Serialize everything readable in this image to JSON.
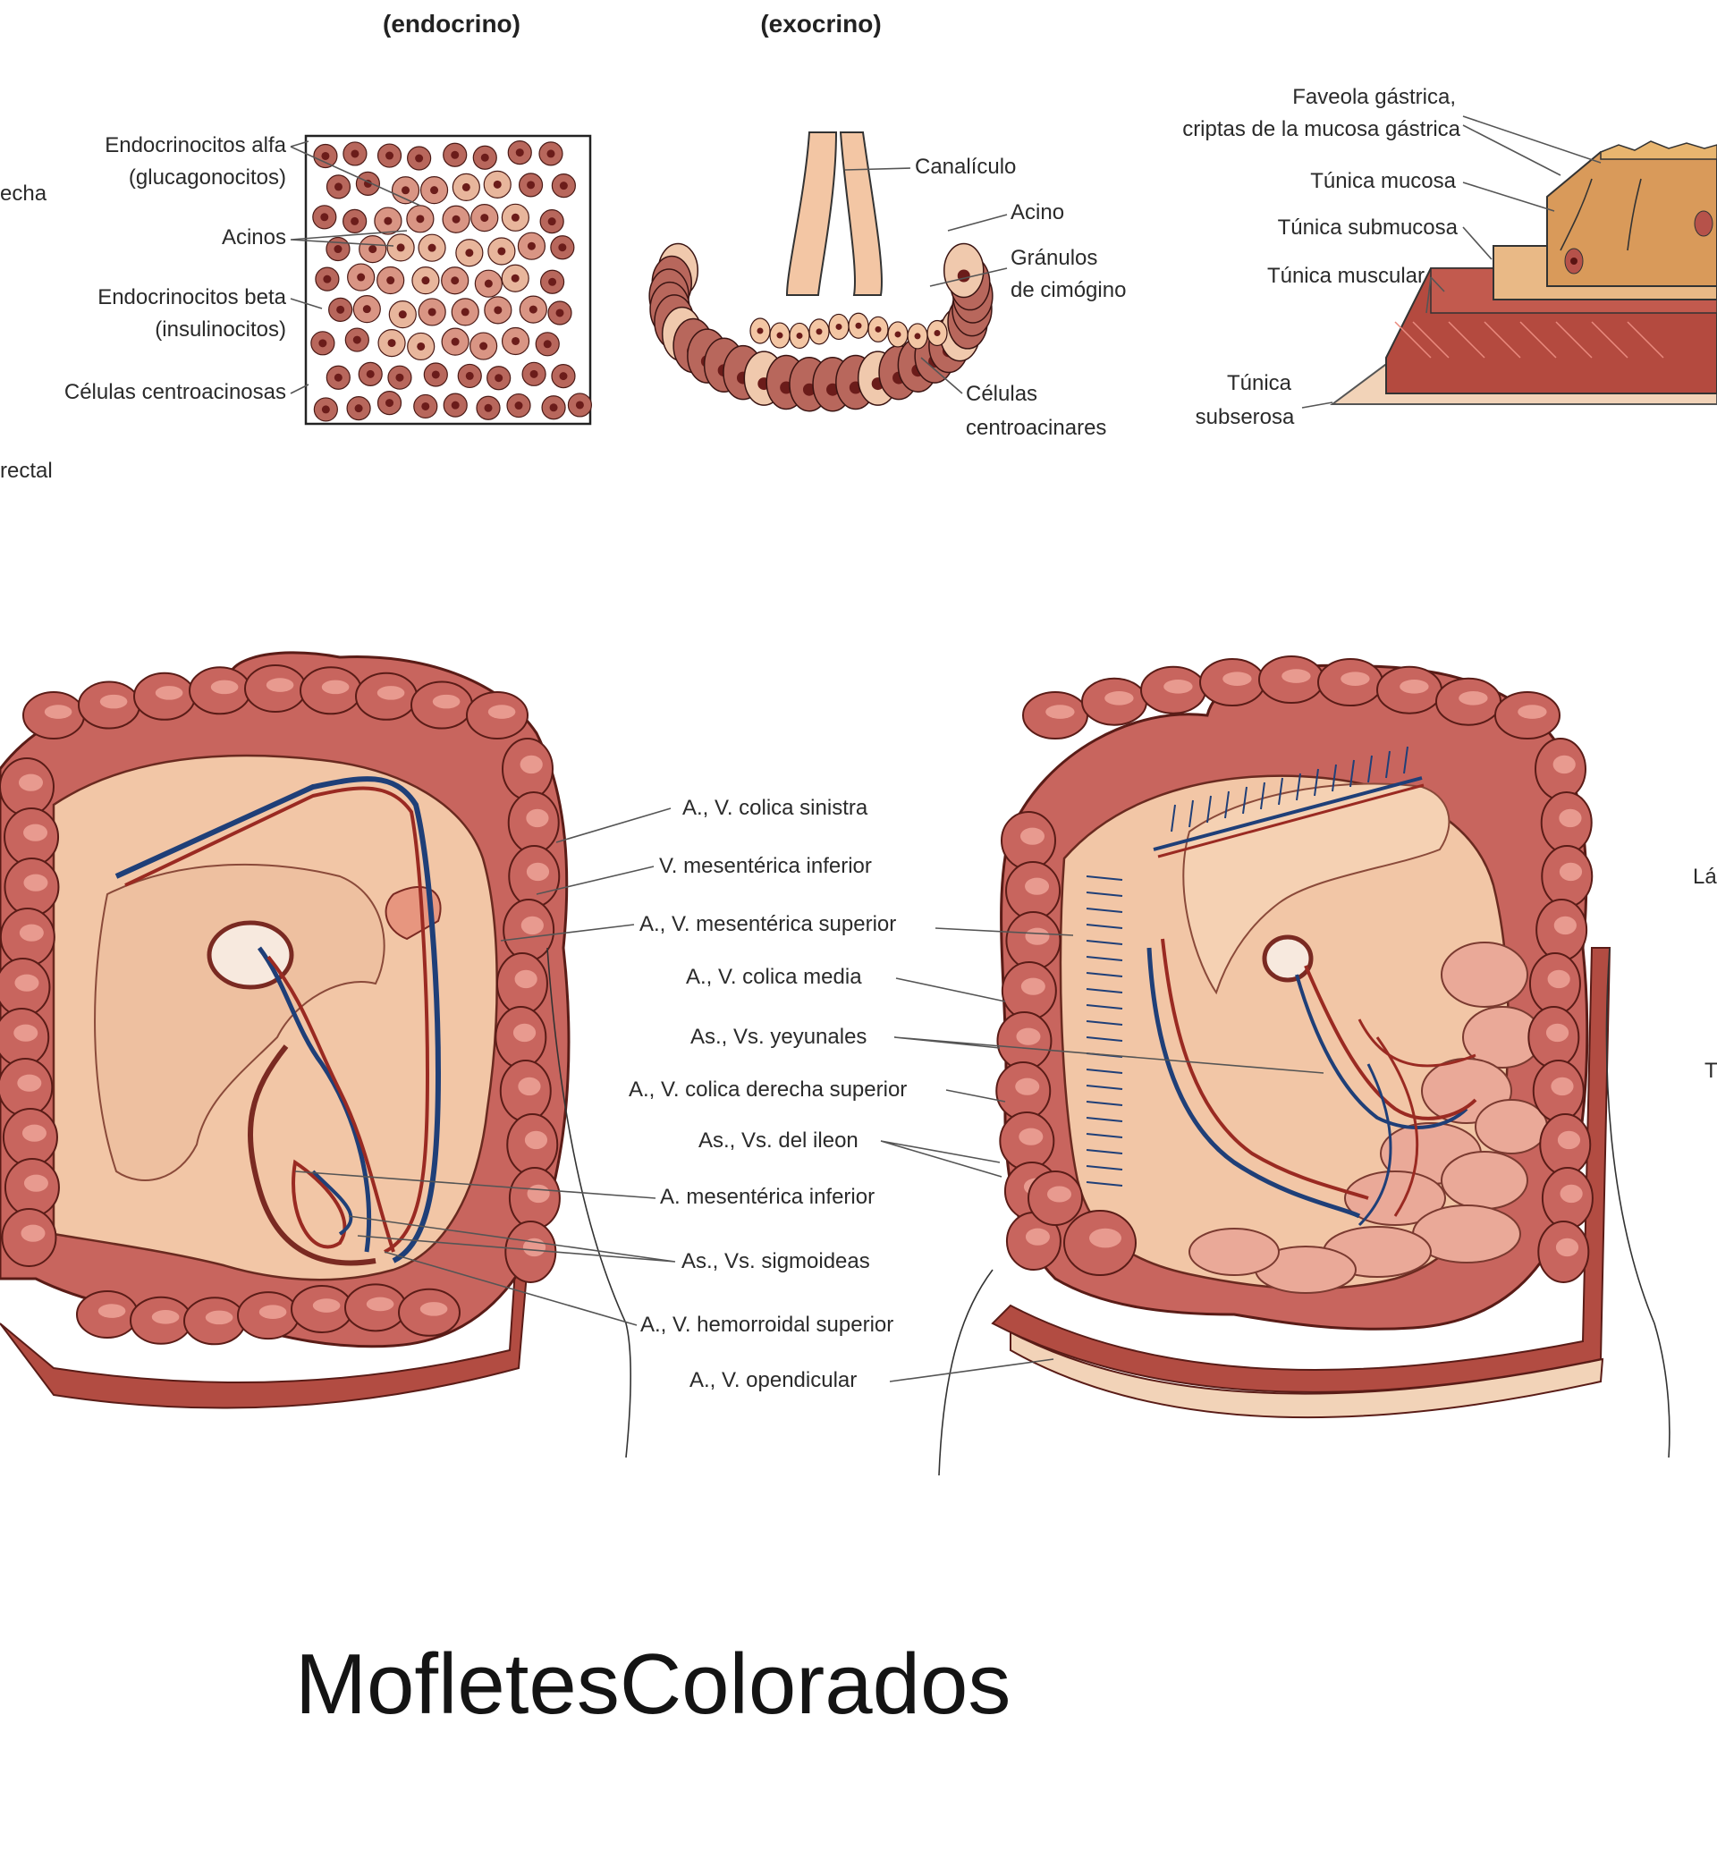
{
  "top": {
    "headers": {
      "endocrine": "(endocrino)",
      "exocrine": "(exocrino)"
    },
    "left_fragments": {
      "f1": "echa",
      "f2": "rectal"
    },
    "right_fragments": {
      "f1": "Lá",
      "f2": "T"
    },
    "endocrine_labels": [
      "Endocrinocitos alfa",
      "(glucagonocitos)",
      "Acinos",
      "Endocrinocitos beta",
      "(insulinocitos)",
      "Células centroacinosas"
    ],
    "exocrine_labels": [
      "Canalículo",
      "Acino",
      "Gránulos",
      "de cimógino",
      "Células",
      "centroacinares"
    ],
    "stomach_wall_labels": [
      "Faveola gástrica,",
      "criptas de la mucosa gástrica",
      "Túnica mucosa",
      "Túnica submucosa",
      "Túnica muscular",
      "Túnica",
      "subserosa"
    ]
  },
  "middle_labels": [
    "A., V. colica sinistra",
    "V. mesentérica inferior",
    "A., V. mesentérica superior",
    "A., V. colica media",
    "As., Vs. yeyunales",
    "A., V. colica derecha superior",
    "As., Vs. del ileon",
    "A. mesentérica inferior",
    "As., Vs. sigmoideas",
    "A., V. hemorroidal superior",
    "A., V. opendicular"
  ],
  "watermark": "MofletesColorados",
  "colors": {
    "colon": "#c8655e",
    "colon_dark": "#9e3f3a",
    "haustra_light": "#e89a8f",
    "mesentery": "#f1c8aa",
    "mesentery_dark": "#d9a483",
    "artery": "#9a2a22",
    "vein": "#1f3f78",
    "muscle": "#a8443a",
    "mucosa": "#e0a062",
    "cell": "#b8675c",
    "nucleus": "#6b1c1a"
  }
}
